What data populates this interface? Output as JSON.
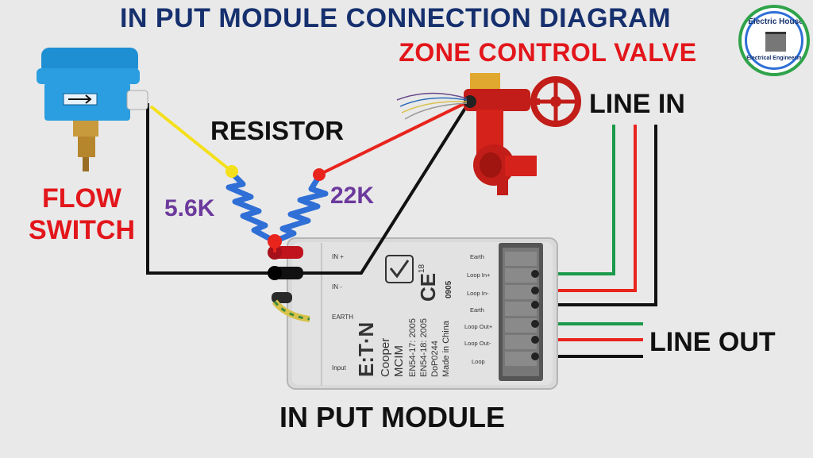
{
  "title": "IN PUT MODULE CONNECTION DIAGRAM",
  "subtitle": "ZONE CONTROL VALVE",
  "labels": {
    "flow_switch_line1": "FLOW",
    "flow_switch_line2": "SWITCH",
    "resistor": "RESISTOR",
    "r1": "5.6K",
    "r2": "22K",
    "line_in": "LINE IN",
    "line_out": "LINE OUT",
    "input_module": "IN PUT MODULE"
  },
  "logo": {
    "top_text": "Electric House",
    "bottom_text": "Electrical Engineering"
  },
  "module": {
    "left_terminals": [
      "IN +",
      "IN -",
      "EARTH",
      "Input"
    ],
    "brand": "E:T·N",
    "maker": "Cooper",
    "model": "MCIM",
    "standard1": "EN54-17: 2005",
    "standard2": "EN54-18: 2005",
    "dop": "DoP0244",
    "origin": "Made in China",
    "ce": "CE",
    "ce_number": "18",
    "cert_number": "0905",
    "right_terminals": [
      "Earth",
      "Loop In+",
      "Loop In-",
      "Earth",
      "Loop Out+",
      "Loop Out-",
      "Loop"
    ]
  },
  "colors": {
    "title": "#16306e",
    "red_label": "#e2161b",
    "resistor_label": "#6c3a9c",
    "wire_red": "#e8241c",
    "wire_green": "#1a9a4a",
    "wire_black": "#111111",
    "wire_yellow": "#f4e01a",
    "resistor": "#2f6fd6",
    "flow_switch_body": "#2a9ee0",
    "valve_body": "#d5221b"
  }
}
